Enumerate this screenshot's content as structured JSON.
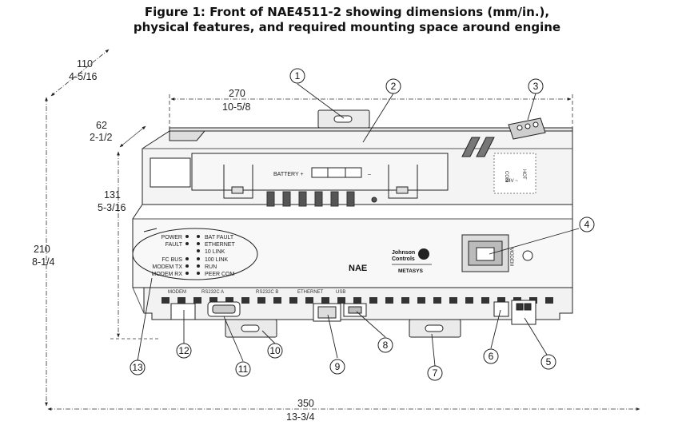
{
  "title": {
    "line1": "Figure  1:  Front of NAE4511-2 showing dimensions (mm/in.),",
    "line2": "physical features, and required mounting space around engine"
  },
  "dimensions": {
    "width_total_mm": "350",
    "width_total_in": "13-3/4",
    "width_body_mm": "270",
    "width_body_in": "10-5/8",
    "height_total_mm": "210",
    "height_total_in": "8-1/4",
    "height_body_mm": "131",
    "height_body_in": "5-3/16",
    "depth_mm": "62",
    "depth_in": "2-1/2",
    "clearance_mm": "110",
    "clearance_in": "4-5/16"
  },
  "device": {
    "battery_label": "BATTERY +",
    "battery_minus": "–",
    "power_label_com": "COM",
    "power_label_hot": "HOT",
    "power_label_24v": "24V ~",
    "model_label": "NAE",
    "brand_line1": "Johnson",
    "brand_line2": "Controls",
    "brand_sub": "METASYS",
    "jack_label": "MODEM",
    "led_left": [
      "POWER",
      "FAULT",
      "FC BUS",
      "MODEM TX",
      "MODEM RX"
    ],
    "led_right": [
      "BAT FAULT",
      "ETHERNET",
      "10 LINK",
      "100 LINK",
      "RUN",
      "PEER COM"
    ],
    "ports": [
      "MODEM",
      "RS232C A",
      "RS232C B",
      "ETHERNET",
      "USB"
    ]
  },
  "callouts": [
    "1",
    "2",
    "3",
    "4",
    "5",
    "6",
    "7",
    "8",
    "9",
    "10",
    "11",
    "12",
    "13"
  ]
}
